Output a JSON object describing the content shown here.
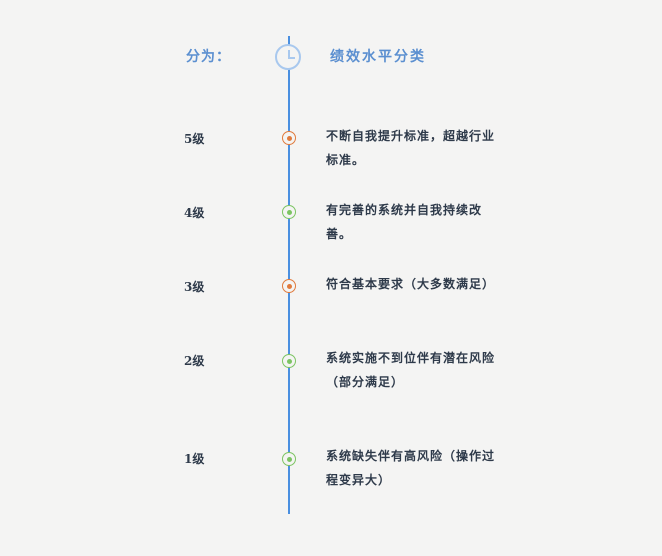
{
  "header": {
    "left_label": "分为：",
    "right_label": "绩效水平分类"
  },
  "colors": {
    "line": "#4a8fe0",
    "header_text": "#5b8fd0",
    "body_text": "#2e3a4a",
    "marker_orange": "#e07a3c",
    "marker_green": "#7cc462"
  },
  "levels": [
    {
      "label": "5级",
      "description": "不断自我提升标准，超越行业标准。",
      "marker_color": "#e07a3c"
    },
    {
      "label": "4级",
      "description": "有完善的系统并自我持续改善。",
      "marker_color": "#7cc462"
    },
    {
      "label": "3级",
      "description": "符合基本要求（大多数满足）",
      "marker_color": "#e07a3c"
    },
    {
      "label": "2级",
      "description": "系统实施不到位伴有潜在风险（部分满足）",
      "marker_color": "#7cc462"
    },
    {
      "label": "1级",
      "description": "系统缺失伴有高风险（操作过程变异大）",
      "marker_color": "#7cc462"
    }
  ]
}
